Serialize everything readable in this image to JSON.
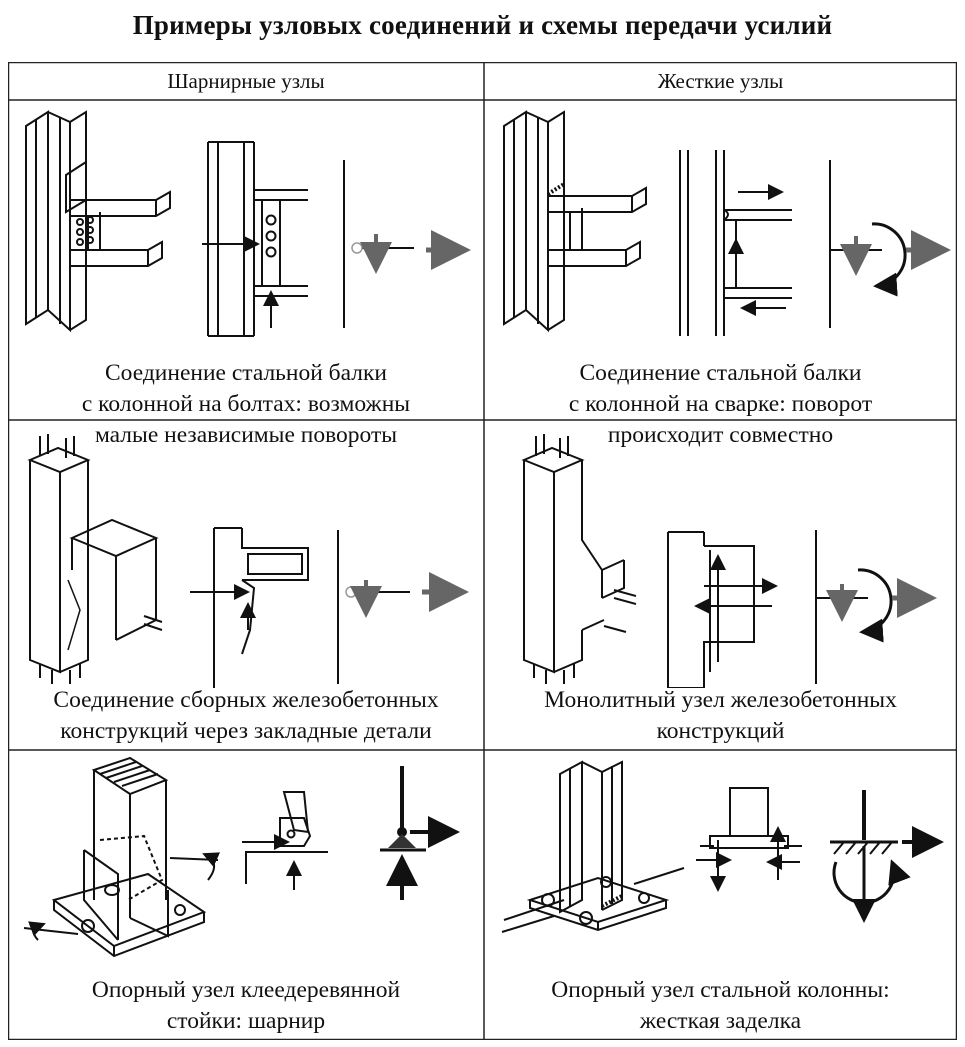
{
  "title": "Примеры узловых соединений и схемы передачи усилий",
  "columns": [
    "Шарнирные узлы",
    "Жесткие узлы"
  ],
  "cells": [
    {
      "caption_lines": [
        "Соединение стальной балки",
        "с колонной на болтах: возможны",
        "малые независимые повороты"
      ]
    },
    {
      "caption_lines": [
        "Соединение стальной балки",
        "с колонной на сварке: поворот",
        "происходит совместно"
      ]
    },
    {
      "caption_lines": [
        "Соединение сборных железобетонных",
        "конструкций через закладные детали"
      ]
    },
    {
      "caption_lines": [
        "Монолитный узел железобетонных",
        "конструкций"
      ]
    },
    {
      "caption_lines": [
        "Опорный узел клеедеревянной",
        "стойки: шарнир"
      ]
    },
    {
      "caption_lines": [
        "Опорный узел стальной колонны:",
        "жесткая заделка"
      ]
    }
  ],
  "colors": {
    "line": "#111111",
    "arrow_gray": "#6b6b6b",
    "grid": "#222222"
  }
}
